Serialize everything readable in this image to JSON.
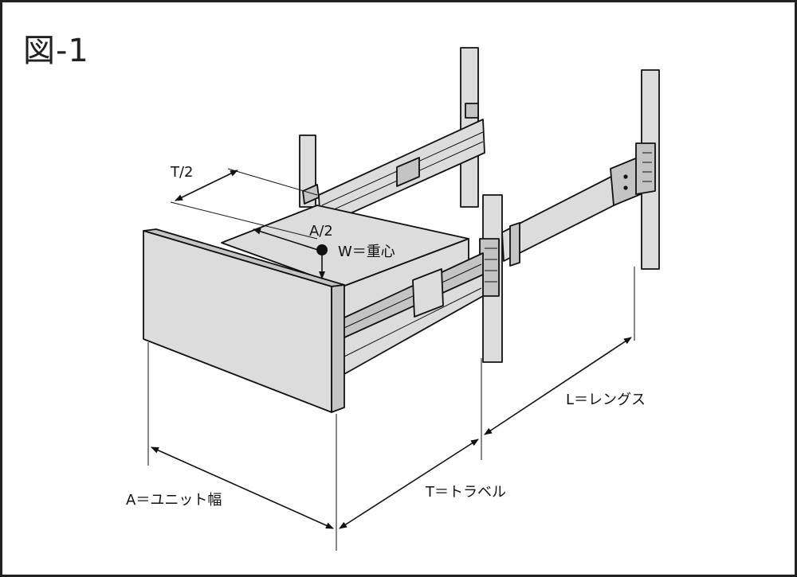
{
  "figure": {
    "label": "図-1",
    "labels": {
      "half_travel": "T/2",
      "half_width": "A/2",
      "center_of_gravity": "W＝重心",
      "length": "L＝レングス",
      "travel": "T＝トラベル",
      "unit_width": "A＝ユニット幅"
    }
  },
  "colors": {
    "part_fill": "#dcdcdc",
    "part_fill_dark": "#c4c4c4",
    "line": "#111111",
    "frame": "#222222"
  }
}
